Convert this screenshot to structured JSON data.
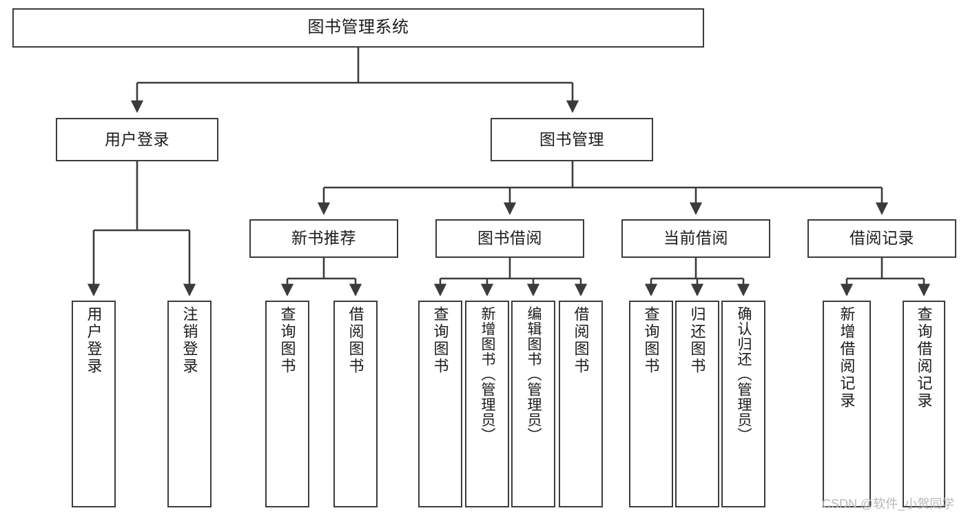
{
  "diagram": {
    "type": "tree",
    "title": "图书管理系统",
    "stroke_color": "#3b3b3b",
    "fill_color": "#ffffff",
    "text_color": "#1b1b1b",
    "levels": {
      "root": {
        "label": "图书管理系统"
      },
      "level2": [
        {
          "label": "用户登录"
        },
        {
          "label": "图书管理"
        }
      ],
      "level3": [
        {
          "label": "新书推荐"
        },
        {
          "label": "图书借阅"
        },
        {
          "label": "当前借阅"
        },
        {
          "label": "借阅记录"
        }
      ],
      "leaves": [
        {
          "label": "用户登录"
        },
        {
          "label": "注销登录"
        },
        {
          "label": "查询图书"
        },
        {
          "label": "借阅图书"
        },
        {
          "label": "查询图书"
        },
        {
          "label": "新增图书（管理员）"
        },
        {
          "label": "编辑图书（管理员）"
        },
        {
          "label": "借阅图书"
        },
        {
          "label": "查询图书"
        },
        {
          "label": "归还图书"
        },
        {
          "label": "确认归还（管理员）"
        },
        {
          "label": "新增借阅记录"
        },
        {
          "label": "查询借阅记录"
        }
      ]
    }
  },
  "watermark": {
    "text": "CSDN @软件_小贺同学"
  }
}
